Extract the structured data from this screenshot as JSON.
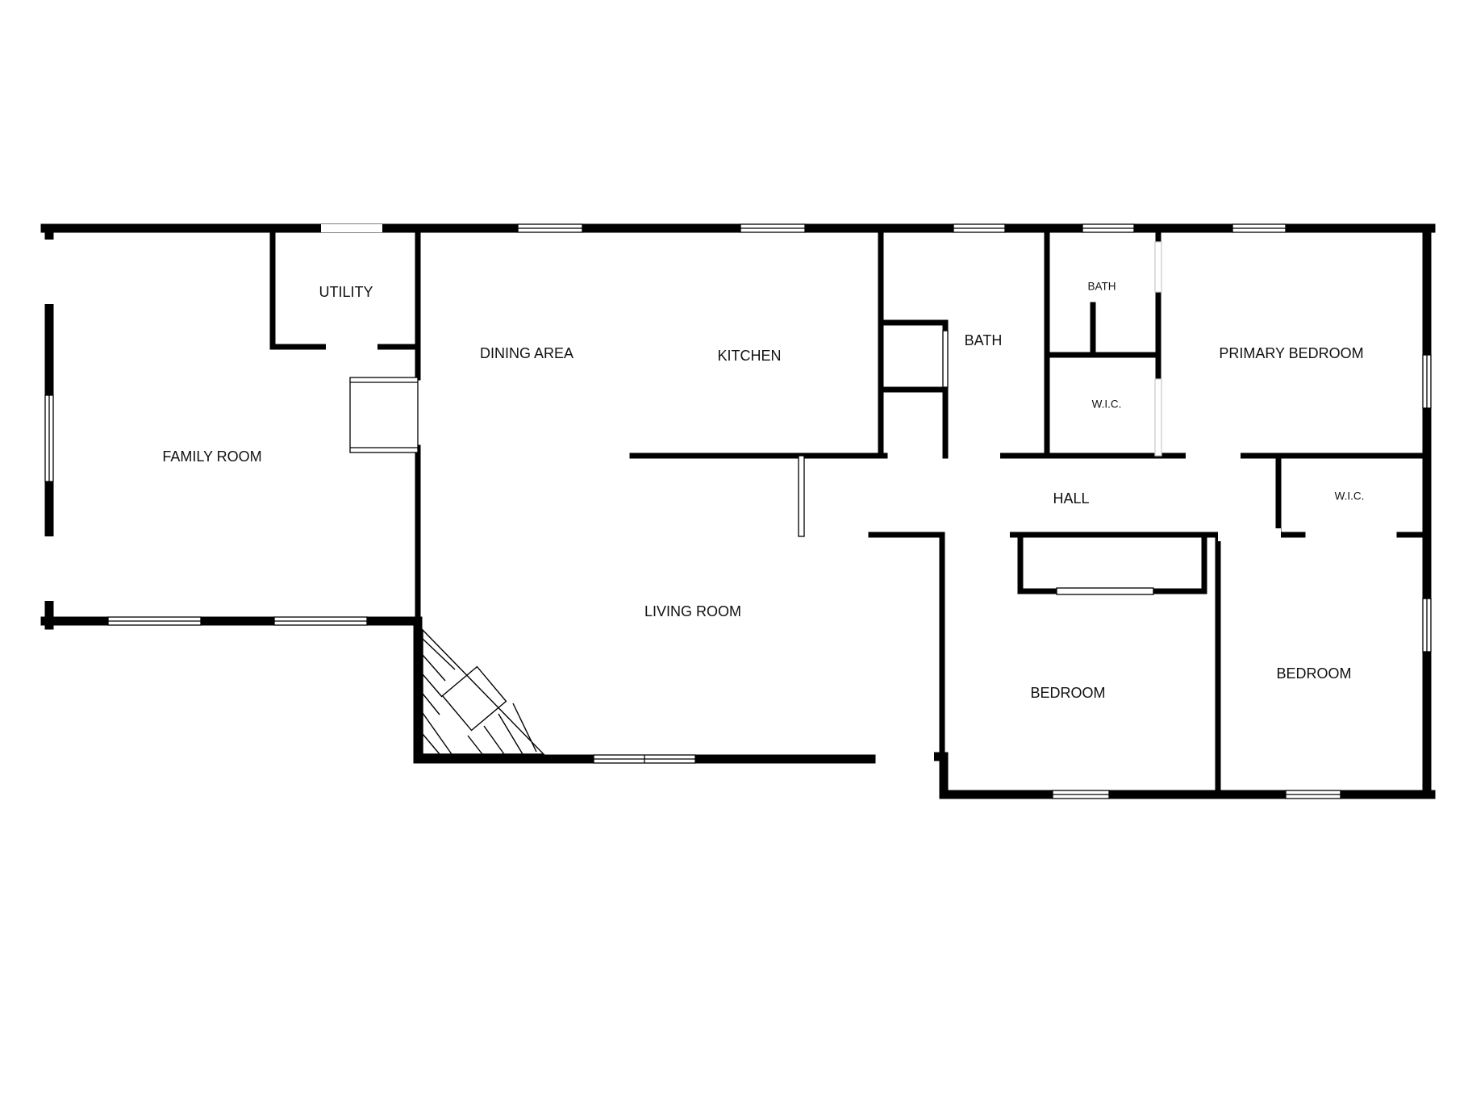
{
  "floorplan": {
    "wall_color": "#000000",
    "background_color": "#ffffff",
    "rooms": {
      "family_room": "FAMILY ROOM",
      "utility": "UTILITY",
      "dining_area": "DINING AREA",
      "kitchen": "KITCHEN",
      "living_room": "LIVING ROOM",
      "bath_main": "BATH",
      "bath_small": "BATH",
      "wic_primary": "W.I.C.",
      "primary_bedroom": "PRIMARY BEDROOM",
      "hall": "HALL",
      "wic_hall": "W.I.C.",
      "bedroom_1": "BEDROOM",
      "bedroom_2": "BEDROOM"
    }
  }
}
